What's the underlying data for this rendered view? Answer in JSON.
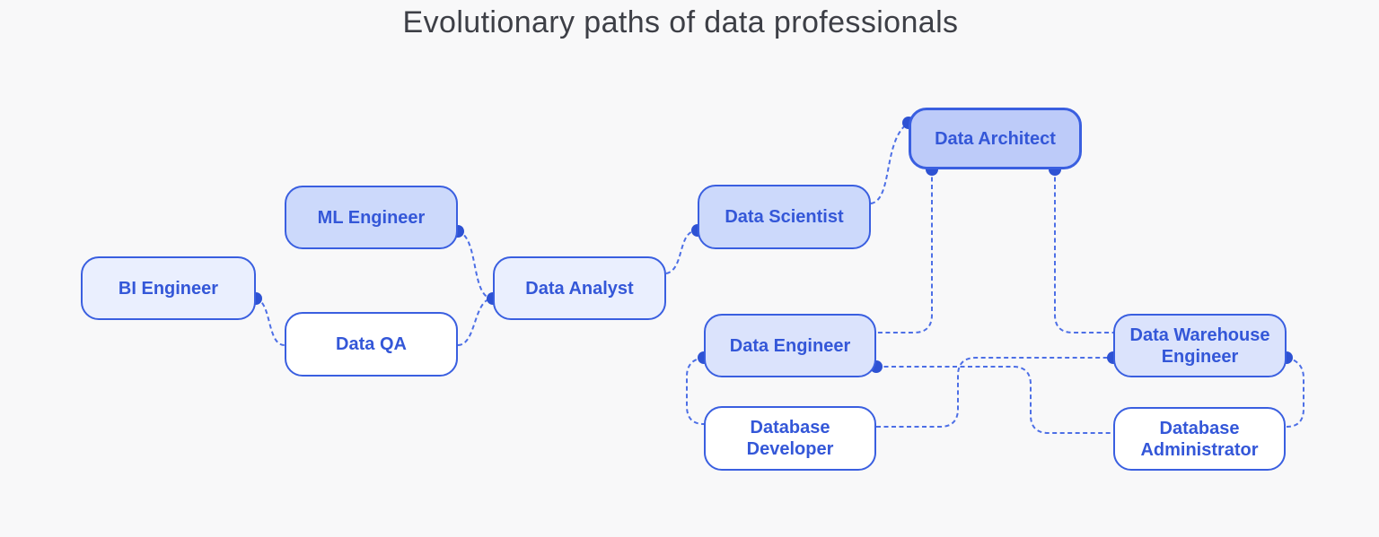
{
  "title": "Evolutionary paths of data professionals",
  "nodes": [
    {
      "id": "bi-engineer",
      "label": "BI Engineer"
    },
    {
      "id": "ml-engineer",
      "label": "ML Engineer"
    },
    {
      "id": "data-qa",
      "label": "Data QA"
    },
    {
      "id": "data-analyst",
      "label": "Data Analyst"
    },
    {
      "id": "data-scientist",
      "label": "Data Scientist"
    },
    {
      "id": "data-engineer",
      "label": "Data Engineer"
    },
    {
      "id": "data-architect",
      "label": "Data Architect"
    },
    {
      "id": "database-developer",
      "label": "Database Developer"
    },
    {
      "id": "data-warehouse-engineer",
      "label": "Data Warehouse Engineer"
    },
    {
      "id": "database-administrator",
      "label": "Database Administrator"
    }
  ],
  "connections": [
    {
      "from": "bi-engineer",
      "to": "data-qa"
    },
    {
      "from": "ml-engineer",
      "to": "data-analyst"
    },
    {
      "from": "data-qa",
      "to": "data-analyst"
    },
    {
      "from": "data-analyst",
      "to": "data-scientist"
    },
    {
      "from": "data-scientist",
      "to": "data-architect"
    },
    {
      "from": "data-architect",
      "to": "data-engineer"
    },
    {
      "from": "data-architect",
      "to": "data-warehouse-engineer"
    },
    {
      "from": "data-engineer",
      "to": "database-developer"
    },
    {
      "from": "data-engineer",
      "to": "database-administrator"
    },
    {
      "from": "database-developer",
      "to": "data-warehouse-engineer"
    },
    {
      "from": "data-warehouse-engineer",
      "to": "database-administrator"
    }
  ],
  "colors": {
    "line": "#3a5fe0",
    "dashed_connector": "#4d6fe6",
    "connector_dot": "#2e52d3",
    "node_label": "#3457d8",
    "title_text": "#3d3f46",
    "background": "#f8f8f9",
    "fill_lightest": "#eaeffe",
    "fill_light": "#dbe3fc",
    "fill_medium": "#ccd9fb",
    "fill_strong": "#bdcbf9",
    "fill_white": "#ffffff"
  }
}
